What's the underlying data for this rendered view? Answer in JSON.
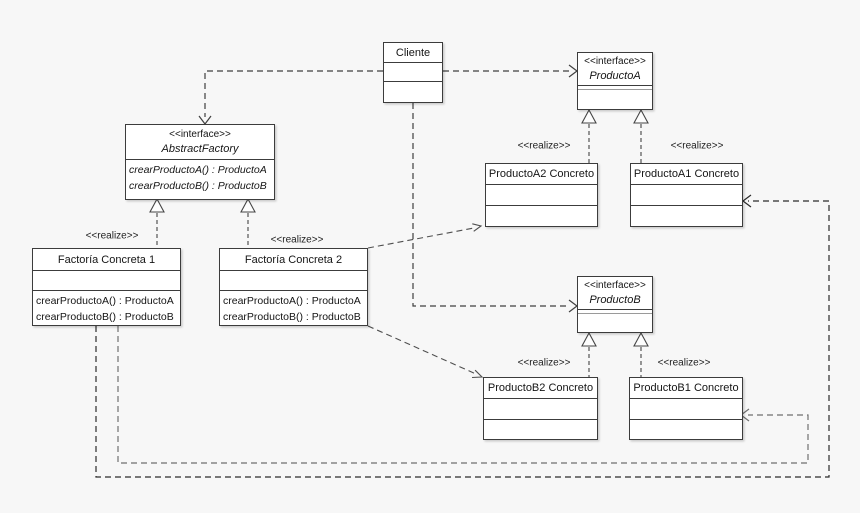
{
  "labels": {
    "interface_stereotype": "<<interface>>",
    "realize": "<<realize>>"
  },
  "classes": {
    "cliente": {
      "title": "Cliente"
    },
    "abstract_factory": {
      "name": "AbstractFactory",
      "methods": [
        "crearProductoA() : ProductoA",
        "crearProductoB() : ProductoB"
      ]
    },
    "factoria_concreta_1": {
      "title": "Factoría Concreta 1",
      "methods": [
        "crearProductoA() : ProductoA",
        "crearProductoB() : ProductoB"
      ]
    },
    "factoria_concreta_2": {
      "title": "Factoría Concreta 2",
      "methods": [
        "crearProductoA() : ProductoA",
        "crearProductoB() : ProductoB"
      ]
    },
    "producto_a": {
      "name": "ProductoA"
    },
    "producto_a2_concreto": {
      "title": "ProductoA2 Concreto"
    },
    "producto_a1_concreto": {
      "title": "ProductoA1 Concreto"
    },
    "producto_b": {
      "name": "ProductoB"
    },
    "producto_b2_concreto": {
      "title": "ProductoB2 Concreto"
    },
    "producto_b1_concreto": {
      "title": "ProductoB1 Concreto"
    }
  },
  "colors": {
    "background": "#f7f7f7",
    "box_fill": "#ffffff",
    "box_border": "#3c3c3c",
    "dependency_line_dark": "#2e2e2e",
    "dependency_line_gray": "#707070",
    "realize_line": "#454545"
  }
}
